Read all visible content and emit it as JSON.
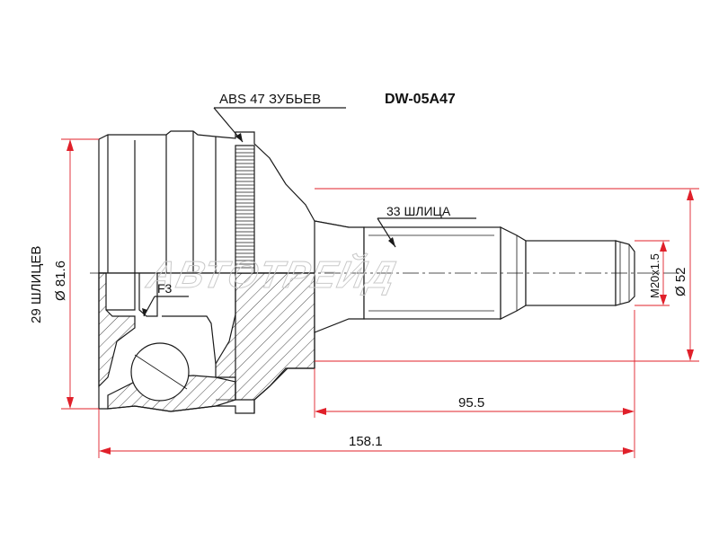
{
  "part_number": "DW-05A47",
  "labels": {
    "abs": "ABS 47 ЗУБЬЕВ",
    "splines_33": "33 ШЛИЦА",
    "splines_29": "29 ШЛИЦЕВ",
    "f3": "F3",
    "thread": "M20x1.5"
  },
  "dimensions": {
    "outer_diameter": "Ø 81.6",
    "shaft_diameter": "Ø 52",
    "shaft_length": "95.5",
    "total_length": "158.1"
  },
  "watermark": "АВТОТРЕЙД",
  "colors": {
    "dimension_lines": "#e0202a",
    "outline": "#1a1a1a"
  }
}
